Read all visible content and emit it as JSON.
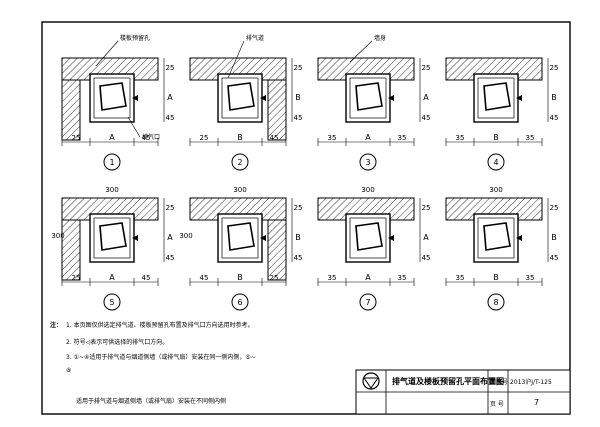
{
  "labels": {
    "floor_slab_hole": "楼板预留孔",
    "exhaust_duct": "排气道",
    "wall": "墙身",
    "exhaust_port": "排气口"
  },
  "details": [
    {
      "id": "1",
      "dims": [
        "25",
        "A",
        "45",
        "25",
        "45"
      ],
      "letter": "A"
    },
    {
      "id": "2",
      "dims": [
        "25",
        "B",
        "45",
        "25",
        "45"
      ],
      "letter": "B"
    },
    {
      "id": "3",
      "dims": [
        "35",
        "A",
        "35",
        "25",
        "45"
      ],
      "letter": "A"
    },
    {
      "id": "4",
      "dims": [
        "35",
        "B",
        "35",
        "25",
        "45"
      ],
      "letter": "B"
    },
    {
      "id": "5",
      "dims": [
        "25",
        "A",
        "45",
        "25",
        "45",
        "300",
        "300"
      ],
      "letter": "A"
    },
    {
      "id": "6",
      "dims": [
        "45",
        "B",
        "25",
        "25",
        "45",
        "300",
        "300"
      ],
      "letter": "B"
    },
    {
      "id": "7",
      "dims": [
        "35",
        "A",
        "35",
        "25",
        "45",
        "300"
      ],
      "letter": "A"
    },
    {
      "id": "8",
      "dims": [
        "35",
        "B",
        "35",
        "25",
        "45",
        "300"
      ],
      "letter": "B"
    }
  ],
  "notes": {
    "lead": "注：",
    "n1": "1. 本页图仅供选定排气道、楼板预留孔布置及排气口方向选用时参考。",
    "n2": "2. 符号◁表示可供选择的排气口方向。",
    "n3": "3. ①~④适用于排气道与烟道侧墙（或排气扇）安装在同一侧内侧，⑤~",
    "n3b": "⑧",
    "n4": "适用于排气道与烟道侧墙（或排气扇）安装在不同侧内侧"
  },
  "title_block": {
    "title": "排气道及楼板预留孔平面布置图",
    "atlas_label": "图集号",
    "atlas_no": "2013沪J/T-125",
    "page_label": "页 号",
    "page_no": "7"
  }
}
